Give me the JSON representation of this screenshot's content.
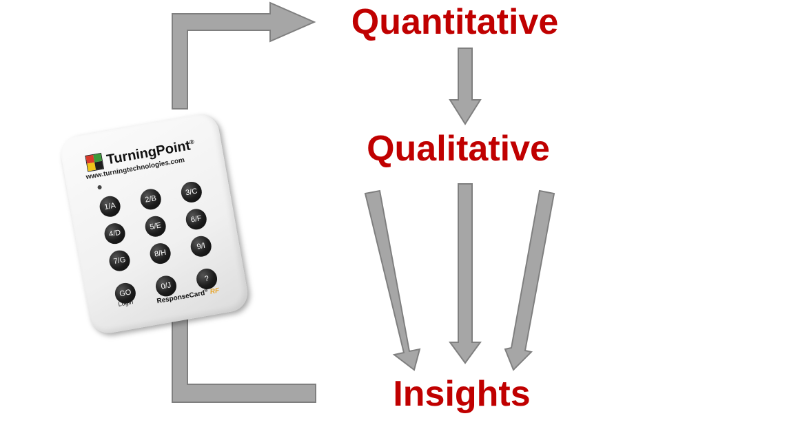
{
  "labels": {
    "quantitative": "Quantitative",
    "qualitative": "Qualitative",
    "insights": "Insights"
  },
  "colors": {
    "label": "#c00000",
    "arrow_fill": "#a6a6a6",
    "arrow_stroke": "#7f7f7f"
  },
  "clicker": {
    "brand": "TurningPoint",
    "brand_mark": "®",
    "url": "www.turningtechnologies.com",
    "keys": [
      "1/A",
      "2/B",
      "3/C",
      "4/D",
      "5/E",
      "6/F",
      "7/G",
      "8/H",
      "9/I",
      "GO",
      "0/J",
      "?"
    ],
    "login_label": "Login",
    "model": "ResponseCard",
    "model_mark": "®",
    "model_suffix": "RF",
    "logo_colors": [
      "#d93a2b",
      "#3c9a3a",
      "#f0c419",
      "#1f1f1f"
    ]
  }
}
